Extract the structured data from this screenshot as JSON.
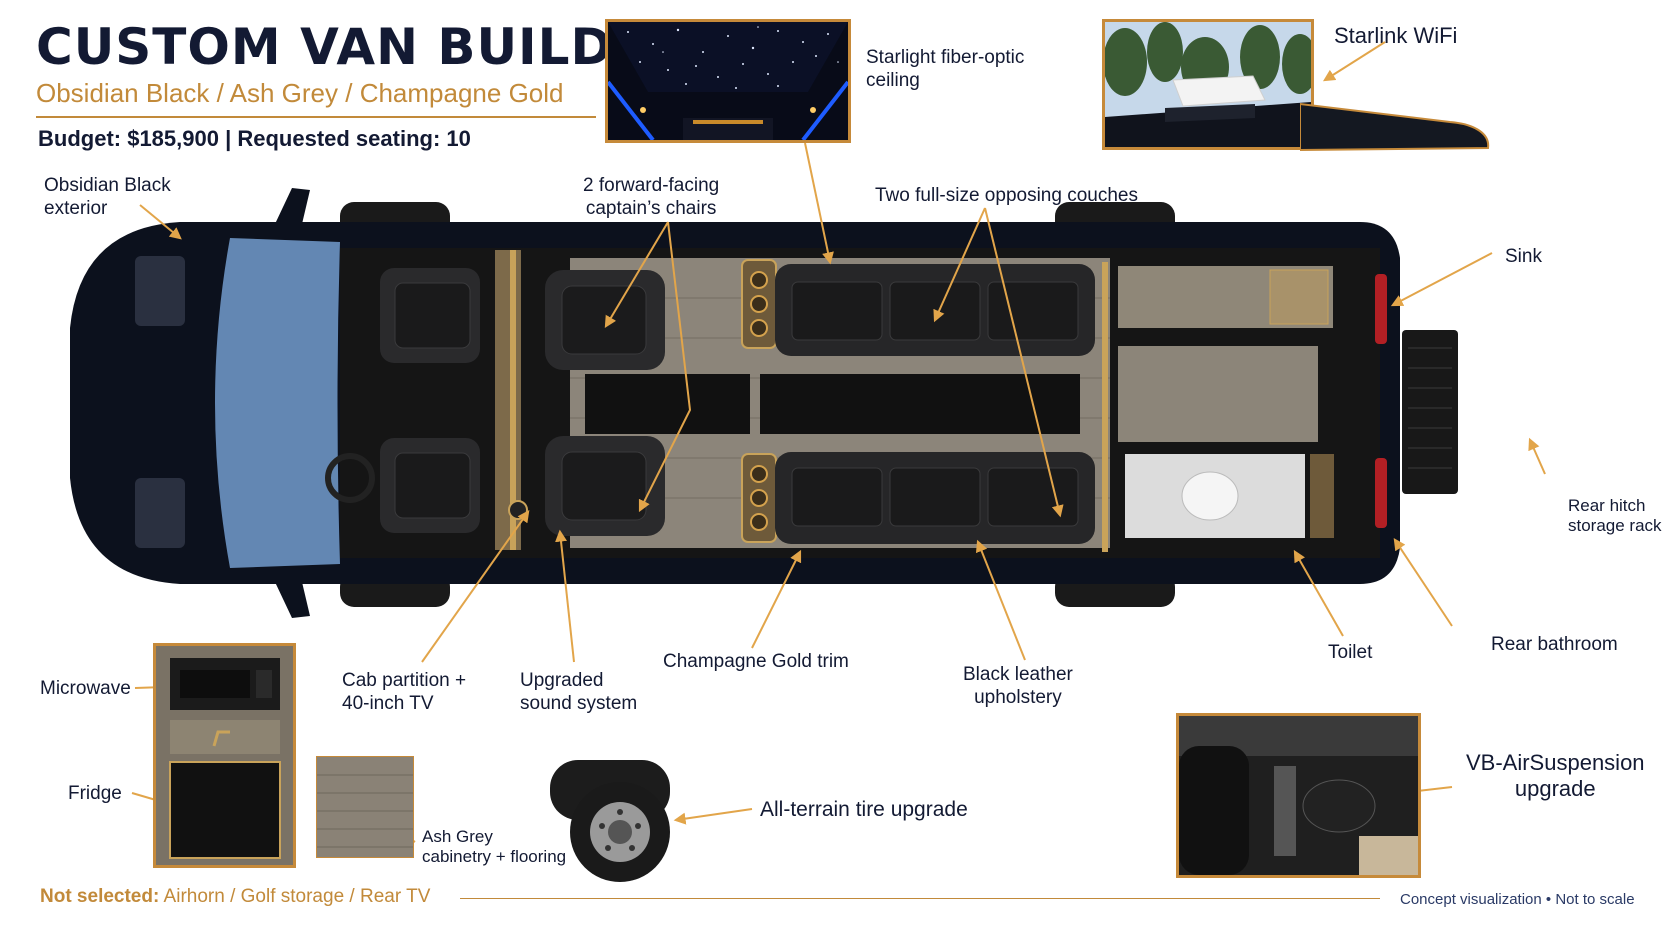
{
  "header": {
    "title": "CUSTOM VAN BUILD",
    "subtitle": "Obsidian Black / Ash Grey / Champagne Gold",
    "budget_line": "Budget: $185,900  |  Requested seating: 10"
  },
  "callouts": {
    "exterior": [
      "Obsidian Black",
      "exterior"
    ],
    "captains": [
      "2 forward-facing",
      "captain’s chairs"
    ],
    "starlight": [
      "Starlight fiber-optic",
      "ceiling"
    ],
    "starlink": "Starlink WiFi",
    "couches": "Two full-size opposing couches",
    "sink": "Sink",
    "hitch": [
      "Rear hitch",
      "storage rack"
    ],
    "bathroom": "Rear bathroom",
    "toilet": "Toilet",
    "upholstery": [
      "Black leather",
      "upholstery"
    ],
    "trim": "Champagne Gold trim",
    "sound": [
      "Upgraded",
      "sound system"
    ],
    "partition": [
      "Cab partition +",
      "40-inch TV"
    ],
    "microwave": "Microwave",
    "fridge": "Fridge",
    "cabinetry": [
      "Ash Grey",
      "cabinetry + flooring"
    ],
    "tires": "All-terrain tire upgrade",
    "suspension": [
      "VB-AirSuspension",
      "upgrade"
    ]
  },
  "footer": {
    "not_selected_label": "Not selected:",
    "not_selected_items": "Airhorn / Golf storage / Rear TV",
    "note": "Concept visualization • Not to scale"
  },
  "colors": {
    "navy": "#131a33",
    "gold": "#c28a3a",
    "van_body": "#0d1220",
    "floor": "#8a8378",
    "leather": "#1c1c1e"
  }
}
